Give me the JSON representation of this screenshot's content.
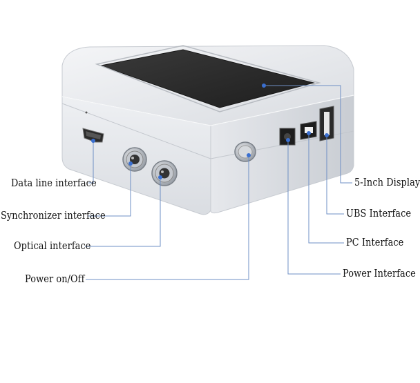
{
  "diagram": {
    "labels": {
      "data_line": "Data line interface",
      "synchronizer": "Synchronizer interface",
      "optical": "Optical interface",
      "power_switch": "Power on/Off",
      "display": "5-Inch Display",
      "ubs": "UBS Interface",
      "pc": "PC Interface",
      "power_interface": "Power Interface"
    },
    "colors": {
      "leader_line": "#6e8fc4",
      "dot": "#3a6fd0",
      "body": "#e9ebee",
      "screen": "#2a2a2a"
    }
  }
}
